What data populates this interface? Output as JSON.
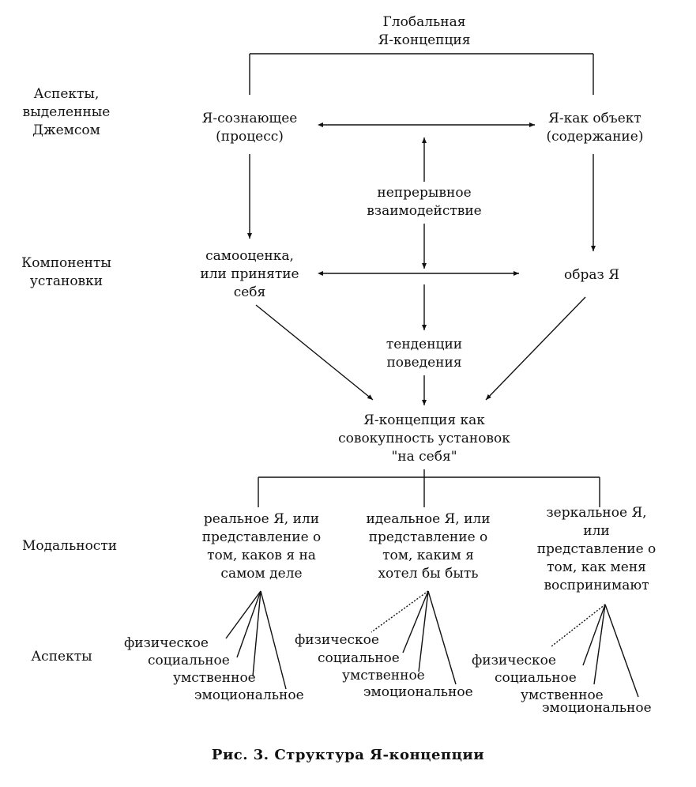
{
  "top": {
    "global": "Глобальная\nЯ-концепция"
  },
  "row_labels": {
    "james": "Аспекты,\nвыделенные\nДжемсом",
    "components": "Компоненты\nустановки",
    "modalities": "Модальности",
    "aspects": "Аспекты"
  },
  "nodes": {
    "self_knowing": "Я-сознающее\n(процесс)",
    "self_object": "Я-как объект\n(содержание)",
    "interaction": "непрерывное\nвзаимодействие",
    "self_esteem": "самооценка,\nили принятие\nсебя",
    "self_image": "образ Я",
    "behavior": "тенденции\nповедения",
    "concept_sum": "Я-концепция как\nсовокупность установок\n\"на себя\"",
    "real_self": "реальное Я, или\nпредставление о\nтом, каков я на\nсамом деле",
    "ideal_self": "идеальное Я, или\nпредставление о\nтом, каким я\nхотел бы быть",
    "mirror_self": "зеркальное Я,\nили\nпредставление о\nтом, как меня\nвоспринимают"
  },
  "aspect_terms": [
    "физическое",
    "социальное",
    "умственное",
    "эмоциональное"
  ],
  "caption": "Рис. 3. Структура Я-концепции"
}
